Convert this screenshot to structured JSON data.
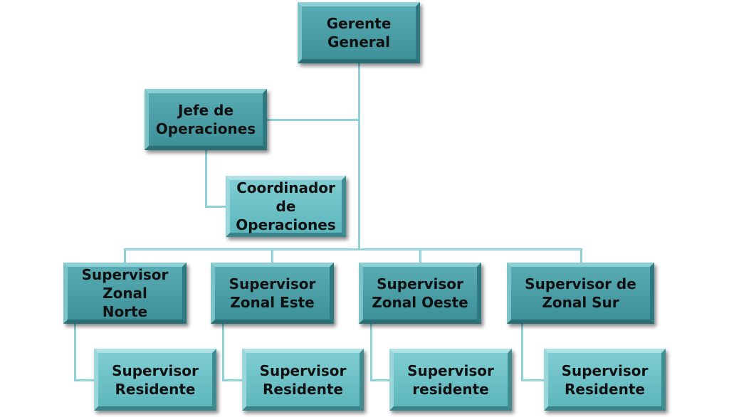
{
  "chart": {
    "general_manager": "Gerente General",
    "operations_head": "Jefe de Operaciones",
    "operations_coordinator": "Coordinador de Operaciones",
    "zones": [
      {
        "supervisor": "Supervisor Zonal Norte",
        "resident": "Supervisor Residente"
      },
      {
        "supervisor": "Supervisor Zonal Este",
        "resident": "Supervisor Residente"
      },
      {
        "supervisor": "Supervisor Zonal Oeste",
        "resident": "Supervisor residente"
      },
      {
        "supervisor": "Supervisor de Zonal Sur",
        "resident": "Supervisor Residente"
      }
    ]
  }
}
